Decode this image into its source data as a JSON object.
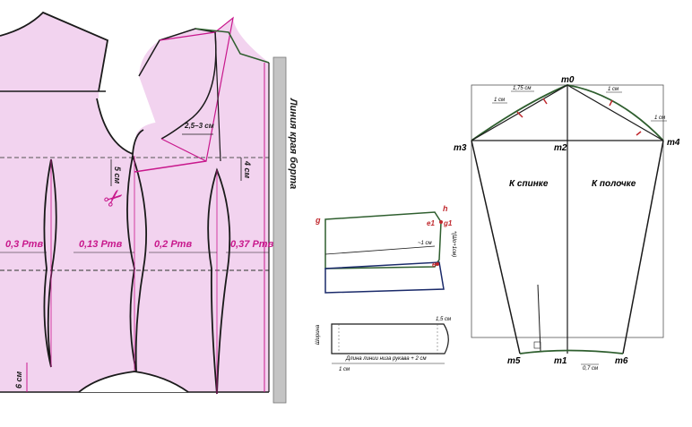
{
  "bodice": {
    "edge_label": "Линия края борта",
    "dims": {
      "d1": "2,5–3 см",
      "d2": "5 см",
      "d3": "4 см",
      "d4": "6 см"
    },
    "darts": {
      "dart1": "0,3 Ртв",
      "dart2": "0,13 Ртв",
      "dart3": "0,2 Ртв",
      "dart4": "0,37 Ртв"
    }
  },
  "cuff": {
    "points": {
      "g": "g",
      "h": "h",
      "e1": "e1",
      "g1": "g1",
      "e": "e"
    },
    "dim1": "~1 см",
    "dim2": "*(Шо+1см)"
  },
  "hem_strip": {
    "label_side": "Ширина",
    "label_long": "Длина линии низа рукава + 2 см",
    "dim_small": "1 см",
    "dim_corner": "1,5 см"
  },
  "sleeve": {
    "points": {
      "m0": "m0",
      "m1": "m1",
      "m2": "m2",
      "m3": "m3",
      "m4": "m4",
      "m5": "m5",
      "m6": "m6"
    },
    "dims": {
      "d175": "1,75 см",
      "d1a": "1 см",
      "d1b": "1 см",
      "d1c": "1 см",
      "d07": "0,7 см"
    },
    "labels": {
      "back": "К спинке",
      "front": "К полочке"
    }
  },
  "colors": {
    "fabric": "#f2d3ef",
    "pattern_line": "#1a1a1a",
    "accent_pink": "#c8188c",
    "accent_red": "#c0282d",
    "green_line": "#2e5e2e",
    "edge_gray": "#c4c4c4"
  }
}
